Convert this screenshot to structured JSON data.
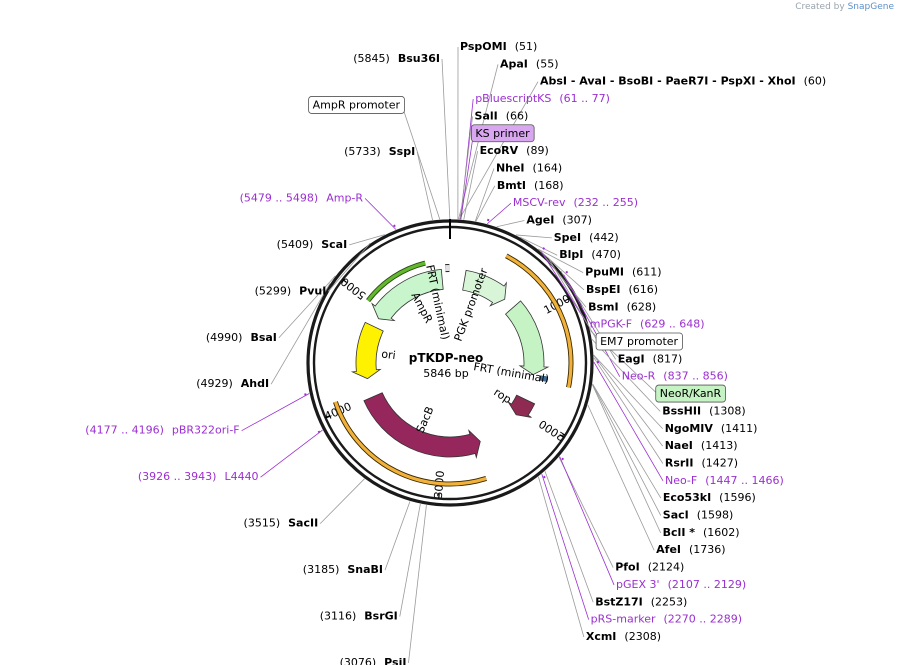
{
  "credit": {
    "prefix": "Created by",
    "brand": "SnapGene"
  },
  "plasmid": {
    "name": "pTKDP-neo",
    "length_label": "5846 bp",
    "length": 5846
  },
  "ticks": [
    {
      "bp": 1000,
      "label": "1000"
    },
    {
      "bp": 2000,
      "label": "2000"
    },
    {
      "bp": 3000,
      "label": "3000"
    },
    {
      "bp": 4000,
      "label": "4000"
    },
    {
      "bp": 5000,
      "label": "5000"
    }
  ],
  "sites": [
    {
      "name": "PspOMI",
      "pos": "(51)",
      "bp": 51,
      "side": "R",
      "kind": "enzyme"
    },
    {
      "name": "ApaI",
      "pos": "(55)",
      "bp": 55,
      "side": "R",
      "kind": "enzyme"
    },
    {
      "name": "AbsI  - AvaI  - BsoBI  - PaeR7I  - PspXI  - XhoI",
      "pos": "(60)",
      "bp": 60,
      "side": "R",
      "kind": "enzyme"
    },
    {
      "name": "pBluescriptKS",
      "pos": "(61 .. 77)",
      "bp": 69,
      "side": "R",
      "kind": "primer"
    },
    {
      "name": "SalI",
      "pos": "(66)",
      "bp": 66,
      "side": "R",
      "kind": "enzyme"
    },
    {
      "name": "KS primer",
      "pos": "",
      "bp": 70,
      "side": "R",
      "kind": "featbox-purple"
    },
    {
      "name": "EcoRV",
      "pos": "(89)",
      "bp": 89,
      "side": "R",
      "kind": "enzyme"
    },
    {
      "name": "NheI",
      "pos": "(164)",
      "bp": 164,
      "side": "R",
      "kind": "enzyme"
    },
    {
      "name": "BmtI",
      "pos": "(168)",
      "bp": 168,
      "side": "R",
      "kind": "enzyme"
    },
    {
      "name": "MSCV-rev",
      "pos": "(232 .. 255)",
      "bp": 243,
      "side": "R",
      "kind": "primer"
    },
    {
      "name": "AgeI",
      "pos": "(307)",
      "bp": 307,
      "side": "R",
      "kind": "enzyme"
    },
    {
      "name": "SpeI",
      "pos": "(442)",
      "bp": 442,
      "side": "R",
      "kind": "enzyme"
    },
    {
      "name": "BlpI",
      "pos": "(470)",
      "bp": 470,
      "side": "R",
      "kind": "enzyme"
    },
    {
      "name": "PpuMI",
      "pos": "(611)",
      "bp": 611,
      "side": "R",
      "kind": "enzyme"
    },
    {
      "name": "BspEI",
      "pos": "(616)",
      "bp": 616,
      "side": "R",
      "kind": "enzyme"
    },
    {
      "name": "BsmI",
      "pos": "(628)",
      "bp": 628,
      "side": "R",
      "kind": "enzyme"
    },
    {
      "name": "mPGK-F",
      "pos": "(629 .. 648)",
      "bp": 638,
      "side": "R",
      "kind": "primer"
    },
    {
      "name": "EM7 promoter",
      "pos": "",
      "bp": 700,
      "side": "R",
      "kind": "featbox-white"
    },
    {
      "name": "EagI",
      "pos": "(817)",
      "bp": 817,
      "side": "R",
      "kind": "enzyme"
    },
    {
      "name": "Neo-R",
      "pos": "(837 .. 856)",
      "bp": 846,
      "side": "R",
      "kind": "primer"
    },
    {
      "name": "NeoR/KanR",
      "pos": "",
      "bp": 1250,
      "side": "R",
      "kind": "featbox-green"
    },
    {
      "name": "BssHII",
      "pos": "(1308)",
      "bp": 1308,
      "side": "R",
      "kind": "enzyme"
    },
    {
      "name": "NgoMIV",
      "pos": "(1411)",
      "bp": 1411,
      "side": "R",
      "kind": "enzyme"
    },
    {
      "name": "NaeI",
      "pos": "(1413)",
      "bp": 1413,
      "side": "R",
      "kind": "enzyme"
    },
    {
      "name": "RsrII",
      "pos": "(1427)",
      "bp": 1427,
      "side": "R",
      "kind": "enzyme"
    },
    {
      "name": "Neo-F",
      "pos": "(1447 .. 1466)",
      "bp": 1456,
      "side": "R",
      "kind": "primer"
    },
    {
      "name": "Eco53kI",
      "pos": "(1596)",
      "bp": 1596,
      "side": "R",
      "kind": "enzyme"
    },
    {
      "name": "SacI",
      "pos": "(1598)",
      "bp": 1598,
      "side": "R",
      "kind": "enzyme"
    },
    {
      "name": "BclI *",
      "pos": "(1602)",
      "bp": 1602,
      "side": "R",
      "kind": "enzyme"
    },
    {
      "name": "AfeI",
      "pos": "(1736)",
      "bp": 1736,
      "side": "R",
      "kind": "enzyme"
    },
    {
      "name": "PfoI",
      "pos": "(2124)",
      "bp": 2124,
      "side": "R",
      "kind": "enzyme"
    },
    {
      "name": "pGEX 3'",
      "pos": "(2107 .. 2129)",
      "bp": 2118,
      "side": "R",
      "kind": "primer"
    },
    {
      "name": "BstZ17I",
      "pos": "(2253)",
      "bp": 2253,
      "side": "R",
      "kind": "enzyme"
    },
    {
      "name": "pRS-marker",
      "pos": "(2270 .. 2289)",
      "bp": 2280,
      "side": "R",
      "kind": "primer"
    },
    {
      "name": "XcmI",
      "pos": "(2308)",
      "bp": 2308,
      "side": "R",
      "kind": "enzyme"
    },
    {
      "name": "PsiI",
      "pos": "(3076)",
      "bp": 3076,
      "side": "L",
      "kind": "enzyme"
    },
    {
      "name": "BsrGI",
      "pos": "(3116)",
      "bp": 3116,
      "side": "L",
      "kind": "enzyme"
    },
    {
      "name": "SnaBI",
      "pos": "(3185)",
      "bp": 3185,
      "side": "L",
      "kind": "enzyme"
    },
    {
      "name": "SacII",
      "pos": "(3515)",
      "bp": 3515,
      "side": "L",
      "kind": "enzyme"
    },
    {
      "name": "L4440",
      "pos": "(3926 .. 3943)",
      "bp": 3934,
      "side": "L",
      "kind": "primer"
    },
    {
      "name": "pBR322ori-F",
      "pos": "(4177 .. 4196)",
      "bp": 4186,
      "side": "L",
      "kind": "primer"
    },
    {
      "name": "AhdI",
      "pos": "(4929)",
      "bp": 4929,
      "side": "L",
      "kind": "enzyme"
    },
    {
      "name": "BsaI",
      "pos": "(4990)",
      "bp": 4990,
      "side": "L",
      "kind": "enzyme"
    },
    {
      "name": "PvuI",
      "pos": "(5299)",
      "bp": 5299,
      "side": "L",
      "kind": "enzyme"
    },
    {
      "name": "ScaI",
      "pos": "(5409)",
      "bp": 5409,
      "side": "L",
      "kind": "enzyme"
    },
    {
      "name": "Amp-R",
      "pos": "(5479 .. 5498)",
      "bp": 5488,
      "side": "L",
      "kind": "primer"
    },
    {
      "name": "SspI",
      "pos": "(5733)",
      "bp": 5733,
      "side": "L",
      "kind": "enzyme"
    },
    {
      "name": "AmpR promoter",
      "pos": "",
      "bp": 5780,
      "side": "L",
      "kind": "featbox-white"
    },
    {
      "name": "Bsu36I",
      "pos": "(5845)",
      "bp": 5845,
      "side": "L",
      "kind": "enzyme"
    }
  ],
  "features": [
    {
      "name": "PGK promoter",
      "start": 160,
      "end": 660,
      "dir": 1,
      "color": "#d8f5d8",
      "kind": "arrow"
    },
    {
      "name": "NeoR/KanR",
      "start": 790,
      "end": 1590,
      "dir": 1,
      "color": "#c6f3c3",
      "kind": "arrow"
    },
    {
      "name": "FRT (minimal)",
      "start": 1590,
      "end": 1640,
      "dir": 1,
      "color": "#3e6f9a",
      "kind": "small"
    },
    {
      "name": "rop",
      "start": 1880,
      "end": 2080,
      "dir": 1,
      "color": "#8f2a52",
      "kind": "arrow"
    },
    {
      "name": "SacB",
      "start": 2580,
      "end": 4000,
      "dir": -1,
      "color": "#96275c",
      "kind": "arrow"
    },
    {
      "name": "ori",
      "start": 4210,
      "end": 4800,
      "dir": -1,
      "color": "#fff200",
      "kind": "arrow"
    },
    {
      "name": "AmpR",
      "start": 4900,
      "end": 5760,
      "dir": -1,
      "color": "#c8f5cc",
      "kind": "arrow"
    },
    {
      "name": "FRT (minimal)",
      "start": 5800,
      "end": 5840,
      "dir": -1,
      "color": "#e0e0e0",
      "kind": "small"
    }
  ],
  "orange_arcs": [
    {
      "start": 450,
      "end": 1650
    },
    {
      "start": 2640,
      "end": 4080
    }
  ],
  "green_outer_arc": {
    "start": 4990,
    "end": 5620
  },
  "feature_labels": [
    {
      "text": "PGK promoter",
      "bp": 330
    },
    {
      "text": "FRT (minimal)",
      "bp": 1620
    },
    {
      "text": "rop",
      "bp": 1990
    },
    {
      "text": "SacB",
      "bp": 3300
    },
    {
      "text": "ori",
      "bp": 4500
    },
    {
      "text": "AmpR",
      "bp": 5400
    },
    {
      "text": "FRT (minimal)",
      "bp": 5650
    }
  ]
}
